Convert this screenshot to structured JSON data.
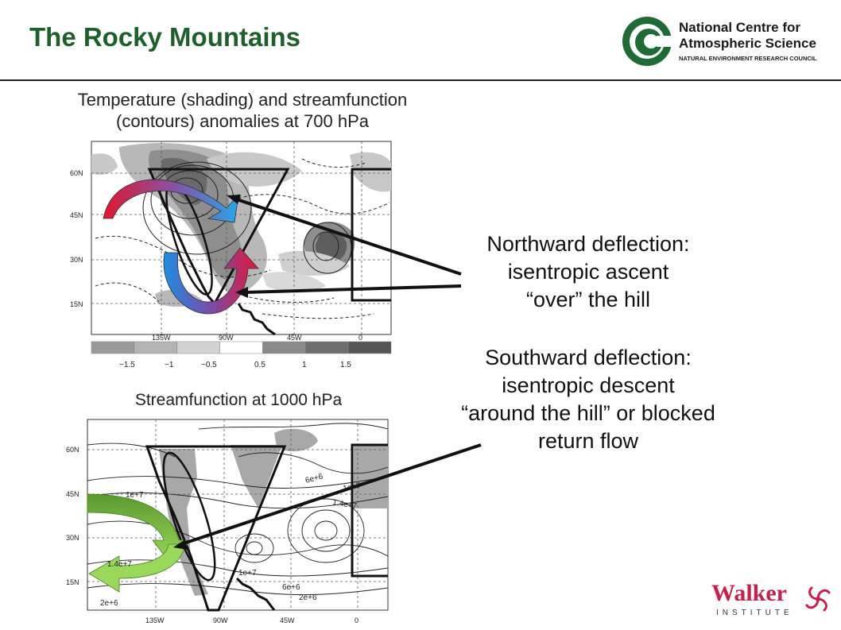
{
  "title": "The Rocky Mountains",
  "logo": {
    "line1": "National Centre for",
    "line2": "Atmospheric Science",
    "line3": "NATURAL ENVIRONMENT RESEARCH COUNCIL"
  },
  "figure1": {
    "caption_line1": "Temperature (shading) and streamfunction",
    "caption_line2": "(contours) anomalies at 700 hPa",
    "y_ticks": [
      "60N",
      "45N",
      "30N",
      "15N"
    ],
    "x_ticks": [
      "135W",
      "90W",
      "45W",
      "0"
    ],
    "colorbar_labels": [
      "−1.5",
      "−1",
      "−0.5",
      "0.5",
      "1",
      "1.5"
    ],
    "colorbar_colors": [
      "#9a9a9a",
      "#b4b4b4",
      "#d2d2d2",
      "#ffffff",
      "#8a8a8a",
      "#6e6e6e",
      "#555555"
    ]
  },
  "figure2": {
    "caption": "Streamfunction at 1000 hPa",
    "y_ticks": [
      "60N",
      "45N",
      "30N",
      "15N"
    ],
    "x_ticks": [
      "135W",
      "90W",
      "45W",
      "0"
    ],
    "contour_labels": [
      "1e+7",
      "6e+6",
      "1e+7",
      "1.4e+7",
      "1.4e+7",
      "1e+7",
      "6e+6",
      "2e+6",
      "2e+6"
    ]
  },
  "notes": {
    "north_line1": "Northward deflection:",
    "north_line2": "isentropic ascent",
    "north_line3": "“over” the hill",
    "south_line1": "Southward deflection:",
    "south_line2": "isentropic descent",
    "south_line3": "“around the hill” or blocked",
    "south_line4": "return flow"
  },
  "walker": {
    "word": "Walker",
    "sub": "INSTITUTE"
  },
  "colors": {
    "title": "#1f5f2c",
    "ncas_green": "#1e6b35",
    "walker_red": "#c4224b"
  }
}
